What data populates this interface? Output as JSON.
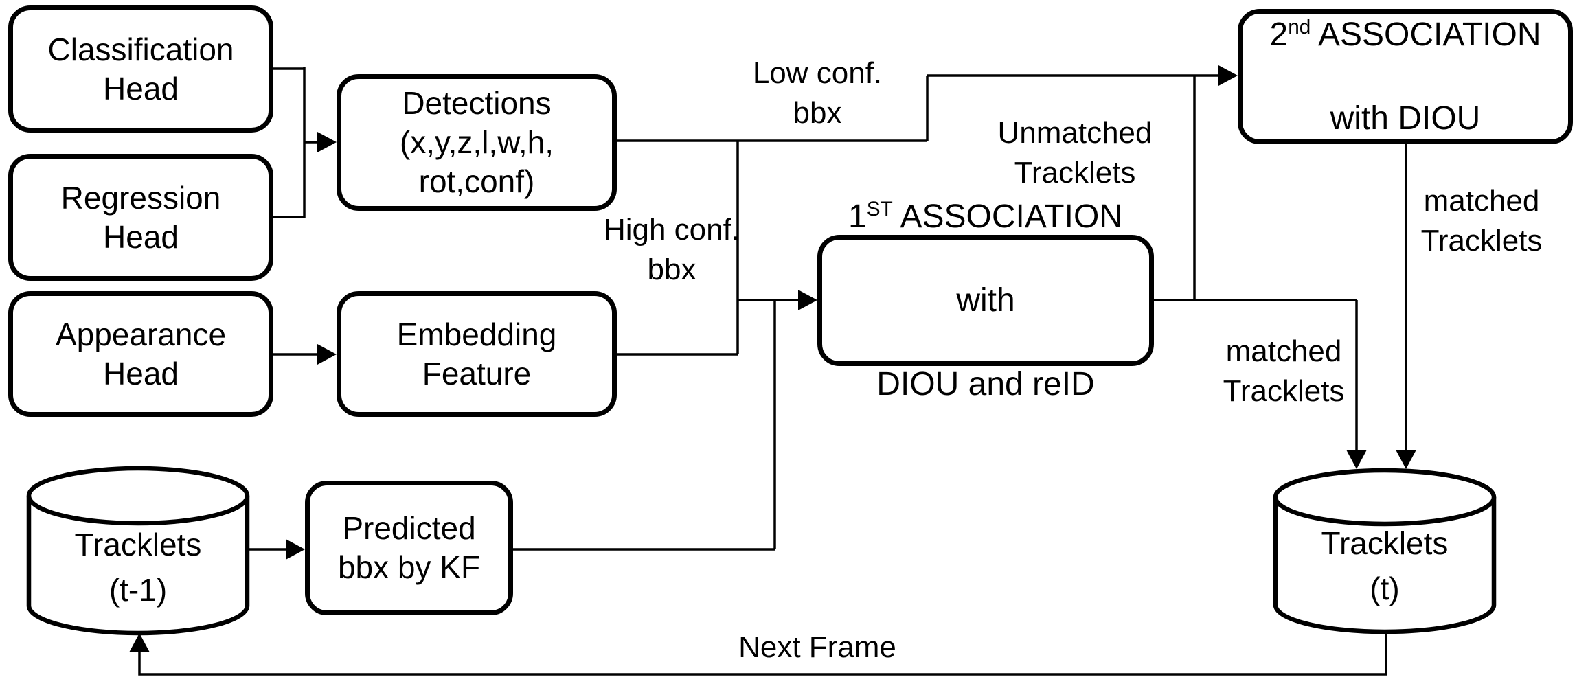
{
  "colors": {
    "ink": "#000000",
    "bg": "#ffffff"
  },
  "nodes": {
    "classification_head": {
      "label": "Classification\nHead"
    },
    "regression_head": {
      "label": "Regression\nHead"
    },
    "appearance_head": {
      "label": "Appearance\nHead"
    },
    "detections": {
      "label": "Detections\n(x,y,z,l,w,h,\nrot,conf)"
    },
    "embedding_feature": {
      "label": "Embedding\nFeature"
    },
    "predicted_bbx": {
      "label": "Predicted\nbbx by KF"
    },
    "assoc1": {
      "ordinal": "1",
      "ordinal_suffix": "ST",
      "title": " ASSOCIATION",
      "line2": "with",
      "line3": "DIOU and reID"
    },
    "assoc2": {
      "ordinal": "2",
      "ordinal_suffix": "nd",
      "title": " ASSOCIATION",
      "line2": "with DIOU"
    },
    "tracklets_prev": {
      "label": "Tracklets\n(t-1)"
    },
    "tracklets_curr": {
      "label": "Tracklets\n(t)"
    }
  },
  "edge_labels": {
    "low_conf": "Low conf.\nbbx",
    "high_conf": "High conf.\nbbx",
    "unmatched": "Unmatched\nTracklets",
    "matched_right": "matched\nTracklets",
    "matched_mid": "matched\nTracklets",
    "next_frame": "Next Frame"
  }
}
